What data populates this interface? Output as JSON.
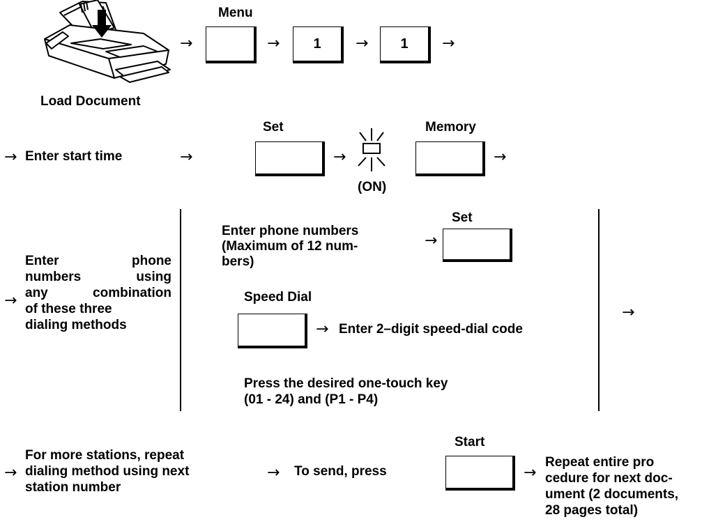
{
  "row1": {
    "load_document": "Load Document",
    "menu_label": "Menu",
    "key1": "1",
    "key2": "1"
  },
  "row2": {
    "enter_start_time": "Enter start time",
    "set_label": "Set",
    "memory_label": "Memory",
    "on_label": "(ON)"
  },
  "row3": {
    "intro_lines": [
      "Enter phone",
      "numbers using",
      "any combination",
      "of these three",
      "dialing methods"
    ],
    "enter_phone_lines": [
      "Enter phone numbers",
      "(Maximum of 12 num-",
      "bers)"
    ],
    "set_label": "Set",
    "speed_dial_label": "Speed Dial",
    "speed_dial_code": "Enter 2–digit speed-dial code",
    "one_touch_lines": [
      "Press the desired one-touch key",
      "(01 - 24) and (P1 - P4)"
    ]
  },
  "row4": {
    "more_stations_lines": [
      "For more stations, repeat",
      "dialing method using next",
      "station number"
    ],
    "to_send": "To send, press",
    "start_label": "Start",
    "repeat_lines": [
      "Repeat entire pro",
      "cedure for next doc-",
      "ument (2 documents,",
      "28 pages total)"
    ]
  },
  "arrow_glyph": "→"
}
